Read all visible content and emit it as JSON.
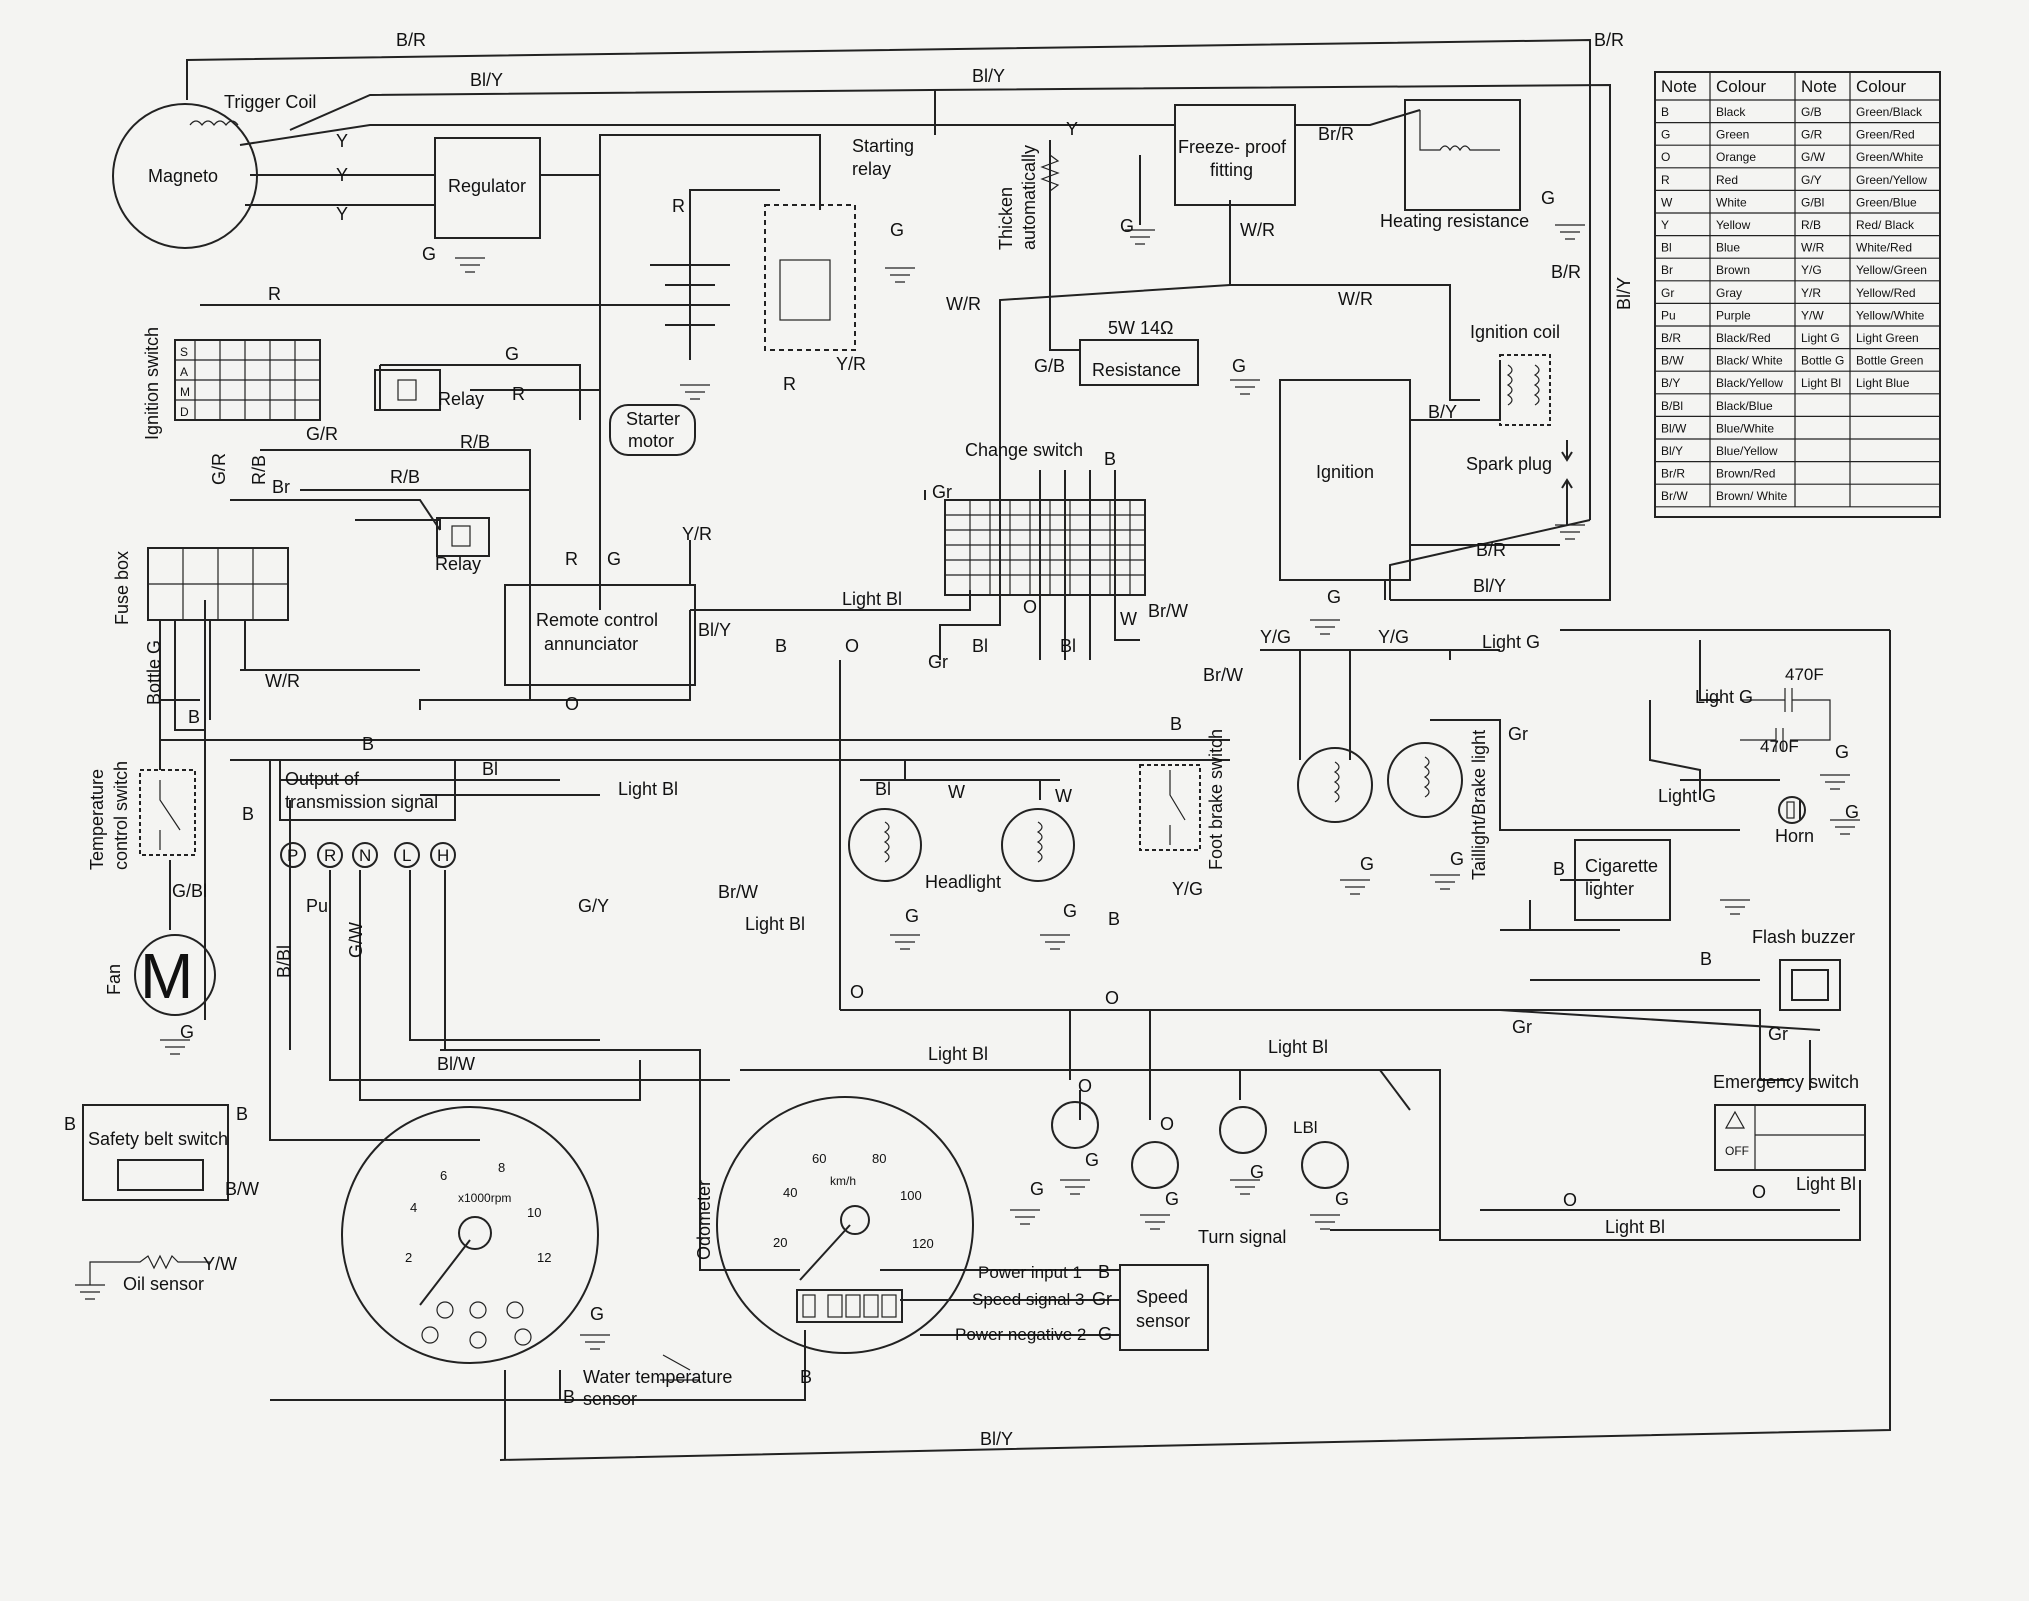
{
  "components": {
    "trigger_coil": "Trigger Coil",
    "magneto": "Magneto",
    "regulator": "Regulator",
    "starting_relay": [
      "Starting",
      "relay"
    ],
    "thicken": [
      "Thicken",
      "automatically"
    ],
    "freeze": [
      "Freeze- proof",
      "fitting"
    ],
    "heating": "Heating resistance",
    "resistance_value": "5W 14Ω",
    "resistance": "Resistance",
    "ignition_coil": "Ignition coil",
    "ignition": "Ignition",
    "spark_plug": "Spark plug",
    "ignition_switch": "Ignition switch",
    "relay": "Relay",
    "starter": [
      "Starter",
      "motor"
    ],
    "change_switch": "Change switch",
    "fuse_box": "Fuse box",
    "remote": [
      "Remote control",
      "annunciator"
    ],
    "bottle_g": "Bottle G",
    "temp_switch": [
      "Temperature",
      "control switch"
    ],
    "output": [
      "Output of",
      "transmission signal"
    ],
    "gears": [
      "P",
      "R",
      "N",
      "L",
      "H"
    ],
    "fan": "Fan",
    "fan_symbol": "M",
    "headlight": "Headlight",
    "foot_brake": "Foot brake switch",
    "taillight": "Taillight/Brake light",
    "cig": [
      "Cigarette",
      "lighter"
    ],
    "horn": "Horn",
    "flash_buzzer": "Flash buzzer",
    "emergency": "Emergency switch",
    "emergency_off": "OFF",
    "safety_belt": "Safety belt switch",
    "oil_sensor": "Oil sensor",
    "odometer": "Odometer",
    "water_temp": [
      "Water temperature",
      "sensor"
    ],
    "speed_sensor": [
      "Speed",
      "sensor"
    ],
    "power_input": "Power input  1",
    "speed_signal": "Speed signal  3",
    "power_negative": "Power  negative  2",
    "turn_signal": "Turn signal",
    "cap_label": "470F",
    "tacho_unit": "x1000rpm",
    "tacho_ticks": [
      "2",
      "4",
      "6",
      "8",
      "10",
      "12"
    ],
    "speedo_unit": "km/h",
    "speedo_ticks": [
      "20",
      "40",
      "60",
      "80",
      "100",
      "120"
    ],
    "lbl_turn": "LBl"
  },
  "wire_labels": {
    "BR": "B/R",
    "BlY": "Bl/Y",
    "Y": "Y",
    "G": "G",
    "R": "R",
    "BrR": "Br/R",
    "WR": "W/R",
    "GB": "G/B",
    "BY": "B/Y",
    "YR": "Y/R",
    "GR": "G/R",
    "RB": "R/B",
    "Br": "Br",
    "B": "B",
    "Gr": "Gr",
    "O": "O",
    "Bl": "Bl",
    "W": "W",
    "BrW": "Br/W",
    "LightBl": "Light Bl",
    "YG": "Y/G",
    "LightG": "Light G",
    "GBl": "G/Bl",
    "Pu": "Pu",
    "BBl": "B/Bl",
    "GW": "G/W",
    "GY": "G/Y",
    "BlW": "Bl/W",
    "BW": "B/W",
    "YW": "Y/W"
  },
  "legend": {
    "headers": [
      "Note",
      "Colour",
      "Note",
      "Colour"
    ],
    "rows": [
      [
        "B",
        "Black",
        "G/B",
        "Green/Black"
      ],
      [
        "G",
        "Green",
        "G/R",
        "Green/Red"
      ],
      [
        "O",
        "Orange",
        "G/W",
        "Green/White"
      ],
      [
        "R",
        "Red",
        "G/Y",
        "Green/Yellow"
      ],
      [
        "W",
        "White",
        "G/Bl",
        "Green/Blue"
      ],
      [
        "Y",
        "Yellow",
        "R/B",
        "Red/ Black"
      ],
      [
        "Bl",
        "Blue",
        "W/R",
        "White/Red"
      ],
      [
        "Br",
        "Brown",
        "Y/G",
        "Yellow/Green"
      ],
      [
        "Gr",
        "Gray",
        "Y/R",
        "Yellow/Red"
      ],
      [
        "Pu",
        "Purple",
        "Y/W",
        "Yellow/White"
      ],
      [
        "B/R",
        "Black/Red",
        "Light G",
        "Light Green"
      ],
      [
        "B/W",
        "Black/ White",
        "Bottle G",
        "Bottle Green"
      ],
      [
        "B/Y",
        "Black/Yellow",
        "Light Bl",
        "Light Blue"
      ],
      [
        "B/Bl",
        "Black/Blue",
        "",
        ""
      ],
      [
        "Bl/W",
        "Blue/White",
        "",
        ""
      ],
      [
        "Bl/Y",
        "Blue/Yellow",
        "",
        ""
      ],
      [
        "Br/R",
        "Brown/Red",
        "",
        ""
      ],
      [
        "Br/W",
        "Brown/ White",
        "",
        ""
      ]
    ]
  },
  "ignition_switch_rows": [
    "S",
    "A",
    "M",
    "D"
  ]
}
